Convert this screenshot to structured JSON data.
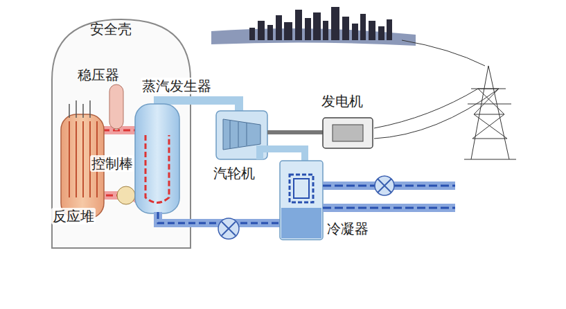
{
  "diagram": {
    "labels": [
      "安全壳",
      "稳压器",
      "蒸汽发生器",
      "发电机",
      "控制棒",
      "汽轮机",
      "反应堆",
      "冷凝器"
    ]
  }
}
